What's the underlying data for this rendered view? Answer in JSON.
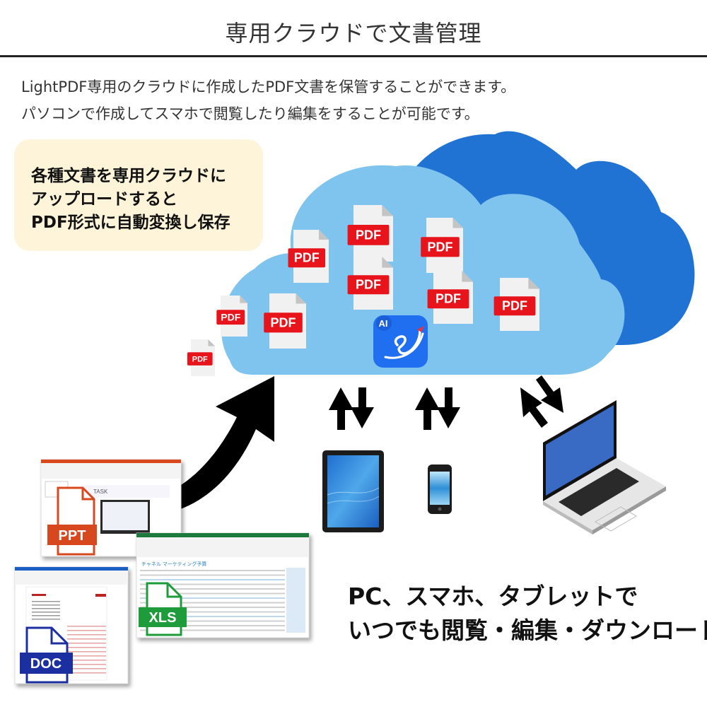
{
  "header": {
    "title": "専用クラウドで文書管理"
  },
  "description": {
    "line1": "LightPDF専用のクラウドに作成したPDF文書を保管することができます。",
    "line2": "パソコンで作成してスマホで閲覧したり編集をすることが可能です。"
  },
  "callout": {
    "line1": "各種文書を専用クラウドに",
    "line2": "アップロードすると",
    "line3": "PDF形式に自動変換し保存"
  },
  "cloud": {
    "pdf_label": "PDF",
    "app_icon_badge": "AI",
    "colors": {
      "front": "#7fc4ee",
      "back": "#2173d3",
      "pdf_red": "#e8141b",
      "app": "#1f6ff0"
    }
  },
  "documents": {
    "ppt_label": "PPT",
    "xls_label": "XLS",
    "doc_label": "DOC",
    "xls_sheet_title": "チャネル マーケティング予算",
    "ppt_slide_title": "TASK",
    "colors": {
      "ppt": "#d8481f",
      "xls": "#1e9b3a",
      "doc": "#1c2fa0"
    }
  },
  "devices": [
    "tablet",
    "smartphone",
    "laptop"
  ],
  "footer": {
    "line1": "PC、スマホ、タブレットで",
    "line2": "いつでも閲覧・編集・ダウンロード"
  }
}
